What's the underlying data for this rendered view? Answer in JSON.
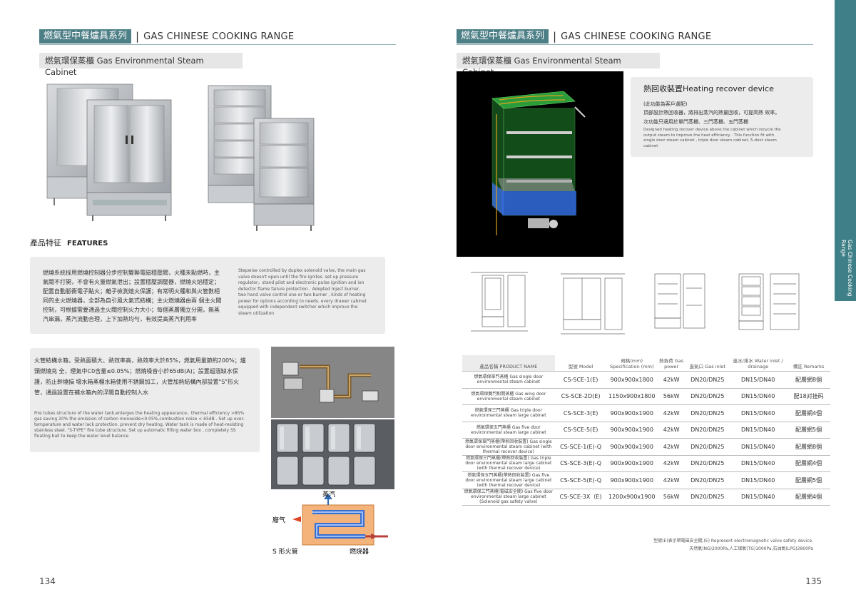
{
  "left_page": {
    "series_zh": "燃氣型中餐爐具系列",
    "series_sep": "|",
    "series_en": "GAS CHINESE COOKING RANGE",
    "sub_tab": "燃氣環保蒸櫃  Gas Environmental Steam Cabinet",
    "features_zh": "產品特征",
    "features_en": "FEATURES",
    "features_text_zh": "燃燒系統採用燃燒控制器分步控制雙聯電磁穩壓閥，火種未點燃時，主氣閥不打開，不會有火量燃氣泄出；設置穩壓調壓器，燃燒火焰穩定；配置自動脈衝電子點火；離子檢測熄火保護；有常明火種和與火管數相同的主火燃燒器，全部為自引風大氣式結構；主火燃燒器由兩 個主火閥控制，可根據需要通過主火閥控制火力大小；每個蒸層獨立分開，無蒸汽串漏，蒸汽流動合理，上下加熱均勻，有效提高蒸汽利用率",
    "features_text_en": "Stepwise controlled by duplex solenoid valve, the main gas valve doesn't open until the fire ignites. set up pressure regulator，stand pilot and electronic pulse ignition and ion detector flame failure protection．Adopted Inject burner．two hand valve control one or two  burner , kinds of heating power for options  according to needs. every drawer  cabinet equipped with  independent switcher which improve the steam utilization",
    "fire_tube_zh": "火管結構水箱，受熱面積大、熱效率高，熱效率大於85%，燃氣用量節約200%；爐頭燃燒充 全，煙氣中C0含量≤0.05%；燃燒噪音小於65dB(A)；設置超溫缺水保護，防止幹燒損 壞水箱蒸櫃水箱使用不銹鋼加工，火管加熱結構內部設置\"S\"形火管，通過設置在補水箱內的浮閥自動控制入水",
    "fire_tube_en": "Fire tubes structure of the water tank,enlarges the heating appearance，thermal efficiency >85% gas saving 20% the emission of carbon monoxide<0.05%,combustion noise < 65dB . Set up over-temperature  and water lack protection. prevent dry heating. Water tank is made of  heat-resisting stainless steel. \"S-TYPE\" fire tube structure. Set up automatic filling water box , completely SS floating ball to keep the water level balance",
    "diagram_steam": "蒸汽",
    "diagram_exhaust": "廢气",
    "diagram_tube": "S 形火管",
    "diagram_burner": "燃烧器",
    "page_number": "134"
  },
  "right_page": {
    "series_zh": "燃氣型中餐爐具系列",
    "series_sep": "|",
    "series_en": "GAS CHINESE COOKING RANGE",
    "sub_tab": "燃氣環保蒸櫃  Gas Environmental Steam Cabinet",
    "heat_title": "熱回收裝置Heating recover device",
    "heat_line1": "(此功能為客戶選配)",
    "heat_line2": "頂部設計熱回收器，將排出蒸汽的熱量回收，可提高熱 效率。",
    "heat_line3": "次功能只適用於單門蒸櫃、三門蒸櫃、五門蒸櫃",
    "heat_en": "Designed  heating recover device above the cabinet which recycle  the output steam to improve the heat efficiency . This function fit with single door steam cabinet  , triple door steam cabinet, 5-door steam cabinet",
    "side_tab": "Gas Chinese Cooking Range",
    "table_headers": [
      "產品名稱 PRODUCT NAME",
      "型號 Model",
      "規格(mm) Specification (mm)",
      "熱負荷 Gas power",
      "進氣口 Gas inlet",
      "進水/排水 Water inlet / drainage",
      "備註 Remarks"
    ],
    "table_rows": [
      {
        "name": "燃氣環保單門蒸櫃 Gas single door environmental steam cabinet",
        "model": "CS-SCE-1(E)",
        "spec": "900x900x1800",
        "power": "42kW",
        "inlet": "DN20/DN25",
        "water": "DN15/DN40",
        "remark": "配層網8個"
      },
      {
        "name": "燃氣環保雙門對開蒸櫃 Gas wing door environmental steam cabinet",
        "model": "CS-SCE-2D(E)",
        "spec": "1150x900x1800",
        "power": "56kW",
        "inlet": "DN20/DN25",
        "water": "DN15/DN40",
        "remark": "配18对挂码"
      },
      {
        "name": "燃氣環保三門蒸櫃 Gas triple door  environmental steam large cabinet",
        "model": "CS-SCE-3(E)",
        "spec": "900x900x1900",
        "power": "42kW",
        "inlet": "DN20/DN25",
        "water": "DN15/DN40",
        "remark": "配層網4個"
      },
      {
        "name": "燃氣環保五門蒸櫃 Gas five door  environmental steam large cabinet",
        "model": "CS-SCE-5(E)",
        "spec": "900x900x1900",
        "power": "42kW",
        "inlet": "DN20/DN25",
        "water": "DN15/DN40",
        "remark": "配層網5個"
      },
      {
        "name": "燃氣環保單門蒸櫃(帶熱回收裝置) Gas single door environmental steam cabinet (with  thermal recover device)",
        "model": "CS-SCE-1(E)-Q",
        "spec": "900x900x1900",
        "power": "42kW",
        "inlet": "DN20/DN25",
        "water": "DN15/DN40",
        "remark": "配層網8個"
      },
      {
        "name": "燃氣環保三門蒸櫃(帶熱回收裝置) Gas triple door  environmental  steam large cabinet (with  thermal recover device)",
        "model": "CS-SCE-3(E)-Q",
        "spec": "900x900x1900",
        "power": "42kW",
        "inlet": "DN20/DN25",
        "water": "DN15/DN40",
        "remark": "配層網4個"
      },
      {
        "name": "燃氣環保五門蒸櫃(帶熱回收裝置) Gas five door  environmental  steam large cabinet (with  thermal recover device)",
        "model": "CS-SCE-5(E)-Q",
        "spec": "900x900x1900",
        "power": "42kW",
        "inlet": "DN20/DN25",
        "water": "DN15/DN40",
        "remark": "配層網5個"
      },
      {
        "name": "燃氣環保三門蒸櫃(電磁安全閥) Gas five door  environmental  steam large cabinet (Solenoid gas safety valve)",
        "model": "CS-SCE-3X（E)",
        "spec": "1200x900x1900",
        "power": "56kW",
        "inlet": "DN20/DN25",
        "water": "DN15/DN40",
        "remark": "配層網4個"
      }
    ],
    "note_line1": "型號(E)表示帶電磁安全閥,(E) Represent  electromagnetic valve safety device.",
    "note_line2": "天然氣(NG)2000Pa,人工煤氣(TG)1000Pa,石油氣(LPG)2800Pa",
    "page_number": "135"
  },
  "colors": {
    "brand_teal": "#4d7f86",
    "side_tab": "#3f8088",
    "panel_gray": "#ececec"
  }
}
